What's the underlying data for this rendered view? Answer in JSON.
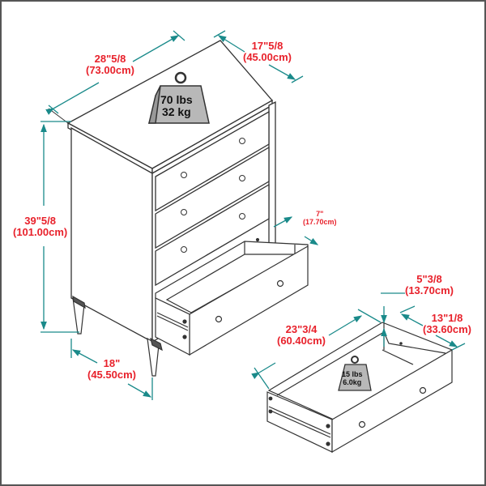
{
  "diagram": {
    "subject": "4-drawer chest dresser with dimensions",
    "colors": {
      "dimension_text": "#e8212b",
      "dimension_lines": "#1a8a8a",
      "outline": "#333333",
      "weight_fill": "#b8b8b8"
    },
    "dimensions": {
      "width": {
        "imperial": "28\"5/8",
        "metric": "(73.00cm)"
      },
      "depth": {
        "imperial": "17\"5/8",
        "metric": "(45.00cm)"
      },
      "height": {
        "imperial": "39\"5/8",
        "metric": "(101.00cm)"
      },
      "leg_depth": {
        "imperial": "18\"",
        "metric": "(45.50cm)"
      },
      "drawer_extension": {
        "imperial": "7\"",
        "metric": "(17.70cm)"
      },
      "drawer_height": {
        "imperial": "5\"3/8",
        "metric": "(13.70cm)"
      },
      "drawer_width": {
        "imperial": "23\"3/4",
        "metric": "(60.40cm)"
      },
      "drawer_depth": {
        "imperial": "13\"1/8",
        "metric": "(33.60cm)"
      }
    },
    "weights": {
      "top": {
        "lbs": "70 lbs",
        "kg": "32 kg"
      },
      "drawer": {
        "lbs": "15 lbs",
        "kg": "6.0kg"
      }
    }
  }
}
